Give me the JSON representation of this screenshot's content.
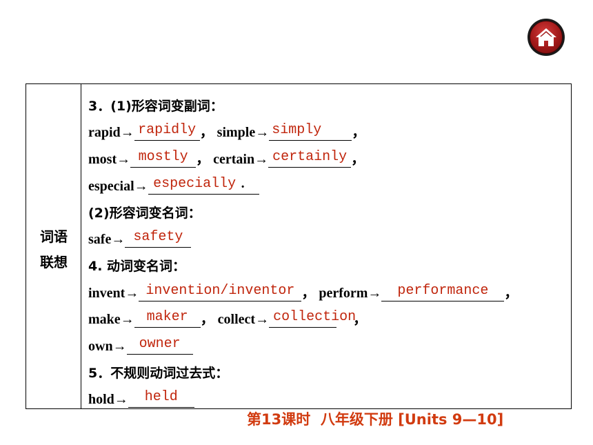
{
  "left_label": [
    "词语",
    "联想"
  ],
  "lines": {
    "l1": {
      "text": "3．(1)形容词变副词："
    },
    "l2": {
      "a": "rapid→",
      "a_ans": "rapidly",
      "sep": "，  simple→",
      "b_ans": "simply",
      "end": "，"
    },
    "l3": {
      "a": "most→",
      "a_ans": "mostly",
      "sep": "，  certain→",
      "b_ans": "certainly",
      "end": "，"
    },
    "l4": {
      "a": "especial→",
      "a_ans": "especially",
      "end": "."
    },
    "l5": {
      "text": "(2)形容词变名词："
    },
    "l6": {
      "a": "safe→",
      "a_ans": "safety"
    },
    "l7": {
      "text": "4. 动词变名词："
    },
    "l8": {
      "a": "invent→",
      "a_ans": "invention/inventor",
      "sep": "，  perform→",
      "b_ans": "performance",
      "end": "，"
    },
    "l9": {
      "a": "make→",
      "a_ans": "maker",
      "sep": "，  collect→",
      "b_ans": "collection",
      "end": "，"
    },
    "l10": {
      "a": "own→",
      "a_ans": "owner"
    },
    "l11": {
      "text": "5．不规则动词过去式："
    },
    "l12": {
      "a": "hold→",
      "a_ans": "held"
    }
  },
  "footer": "第13课时  八年级下册 [Units 9—10]",
  "colors": {
    "answer": "#c0250c",
    "footer": "#d13b10",
    "home_button": "#a01818"
  },
  "icons": {
    "home": "home-icon"
  }
}
